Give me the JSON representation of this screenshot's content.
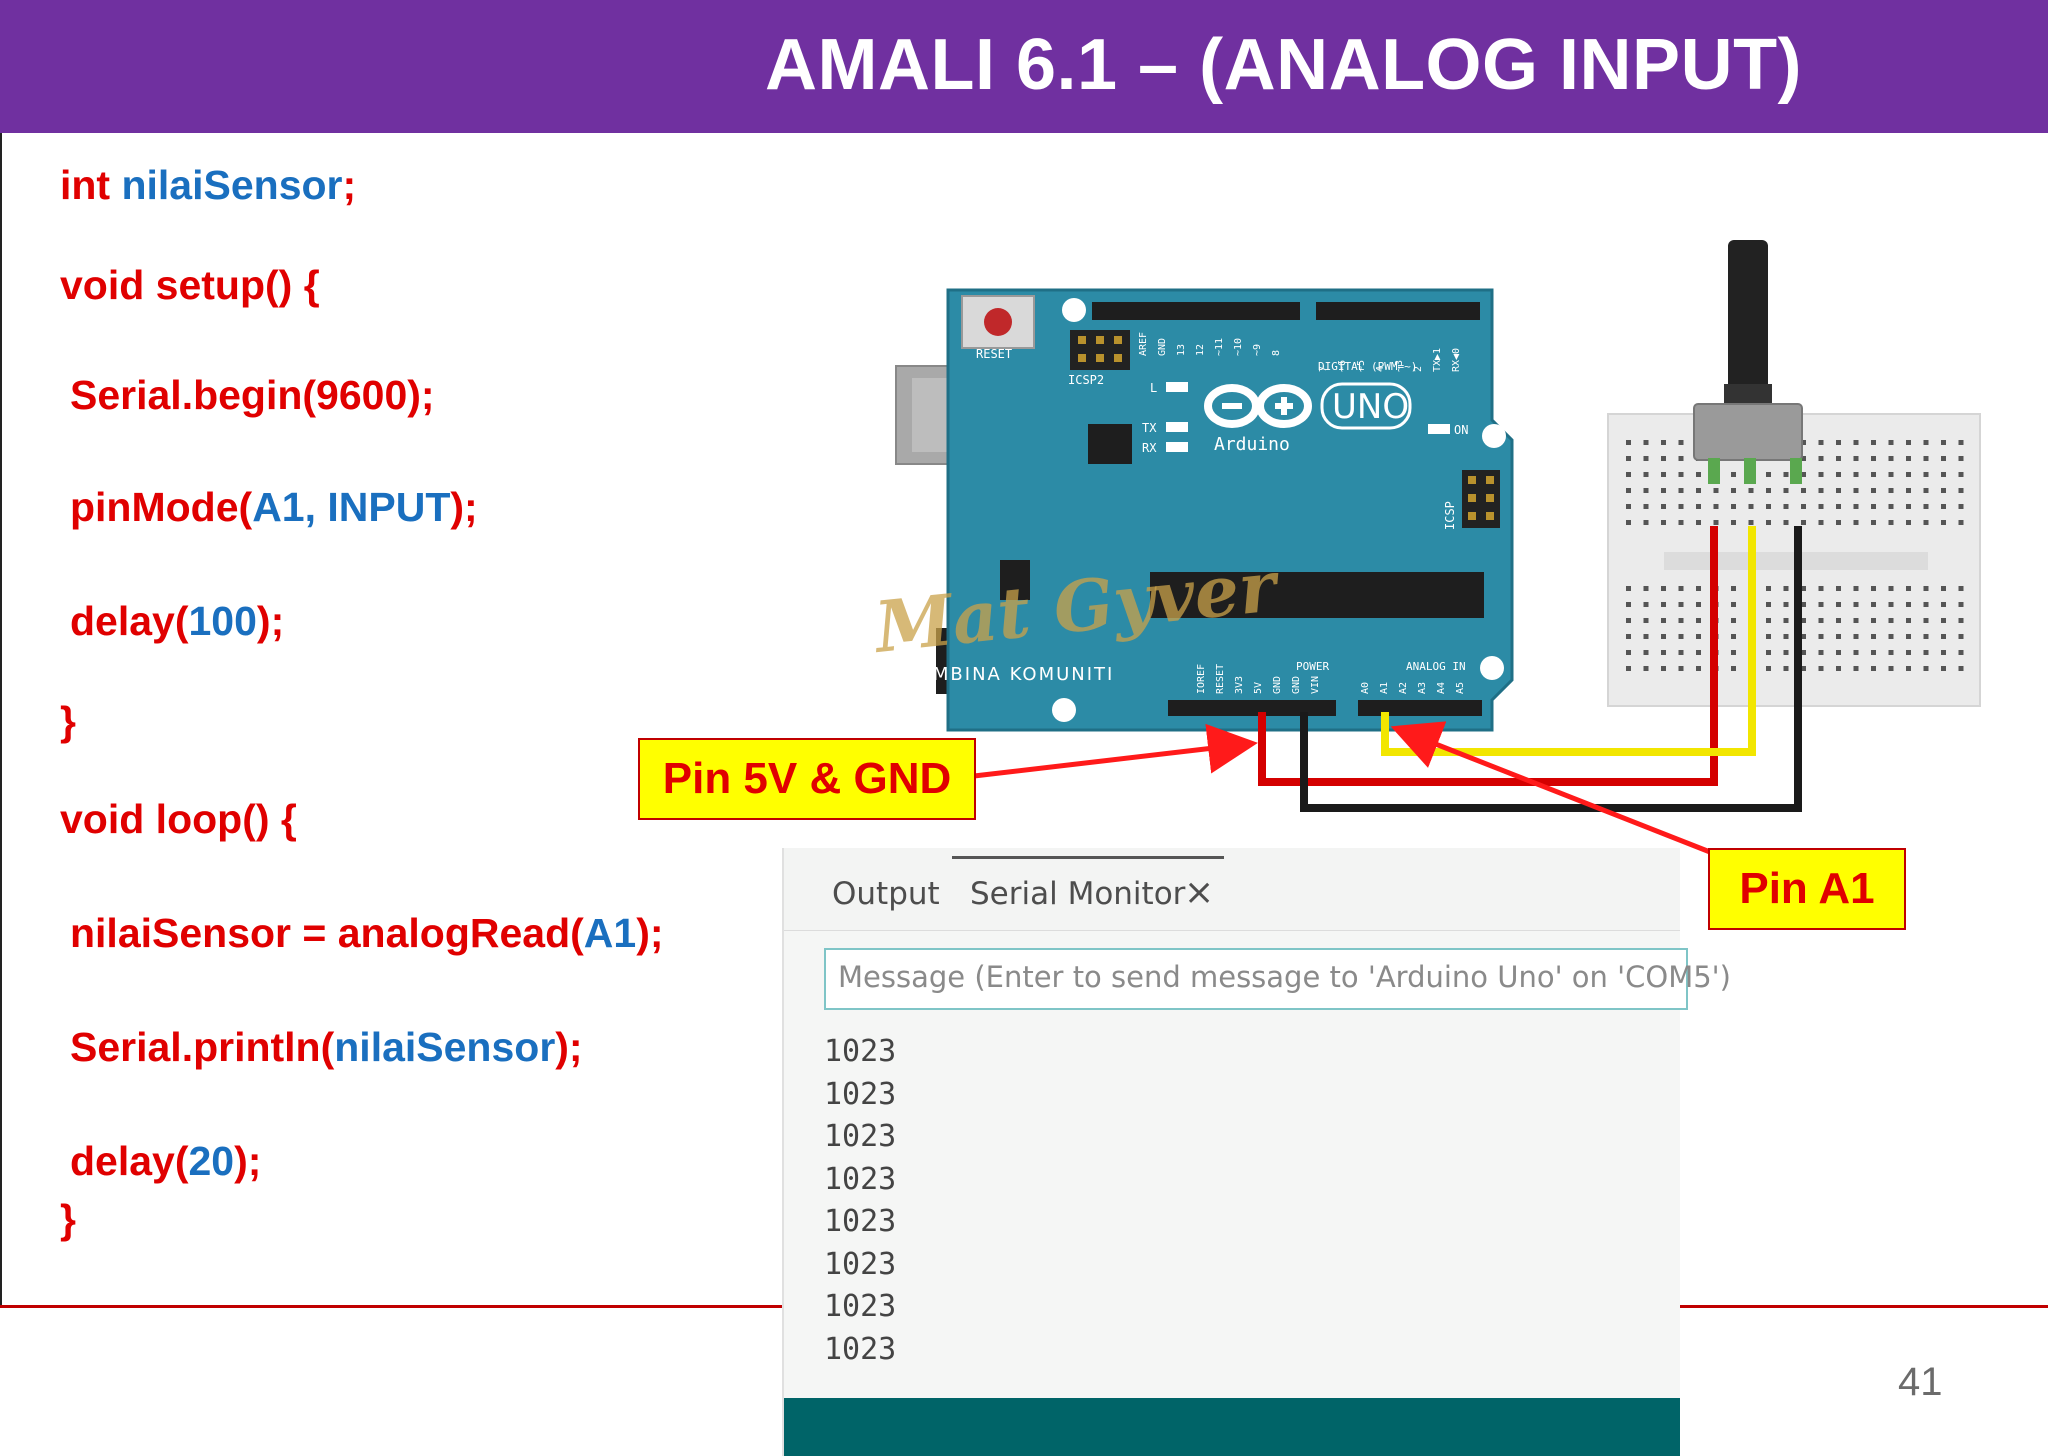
{
  "slide": {
    "title": "AMALI 6.1 – (ANALOG INPUT)",
    "page_number": "41"
  },
  "code": {
    "l1": {
      "a": "int ",
      "b": "nilaiSensor",
      "c": ";"
    },
    "l2": "void setup() {",
    "l3": "Serial.begin(9600);",
    "l4": {
      "a": "pinMode(",
      "b": "A1, INPUT",
      "c": ");"
    },
    "l5": {
      "a": "delay(",
      "b": "100",
      "c": ");"
    },
    "l6": "}",
    "l7": "void loop() {",
    "l8": {
      "a": "nilaiSensor = analogRead(",
      "b": "A1",
      "c": ");"
    },
    "l9": {
      "a": "Serial.println(",
      "b": "nilaiSensor",
      "c": ");"
    },
    "l10": {
      "a": "delay(",
      "b": "20",
      "c": ");"
    },
    "l11": "}"
  },
  "labels": {
    "pin_5v_gnd": "Pin 5V & GND",
    "pin_a1": "Pin A1"
  },
  "arduino": {
    "reset": "RESET",
    "icsp2": "ICSP2",
    "digital": "DIGITAL (PWM=~)",
    "uno": "UNO",
    "brand": "Arduino",
    "on": "ON",
    "tx": "TX",
    "rx": "RX",
    "l": "L",
    "icsp": "ICSP",
    "power": "POWER",
    "analog_in": "ANALOG IN",
    "header_pins_top": [
      "AREF",
      "GND",
      "13",
      "12",
      "~11",
      "~10",
      "~9",
      "8",
      "7",
      "~6",
      "~5",
      "4",
      "~3",
      "2",
      "TX▶1",
      "RX◀0"
    ],
    "power_pins": [
      "IOREF",
      "RESET",
      "3V3",
      "5V",
      "GND",
      "GND",
      "VIN"
    ],
    "analog_pins": [
      "A0",
      "A1",
      "A2",
      "A3",
      "A4",
      "A5"
    ]
  },
  "watermark": {
    "line1": "Mat Gyver",
    "line2": "MEMBINA KOMUNITI"
  },
  "serial_monitor": {
    "tab_output": "Output",
    "tab_serial": "Serial Monitor",
    "close_symbol": "×",
    "placeholder": "Message (Enter to send message to 'Arduino Uno' on 'COM5')",
    "lines": [
      "1023",
      "1023",
      "1023",
      "1023",
      "1023",
      "1023",
      "1023",
      "1023"
    ]
  },
  "colors": {
    "title_bar": "#7030a0",
    "code_red": "#e00000",
    "code_blue": "#1a6fbf",
    "board": "#2c8ba6",
    "wire_red": "#d40000",
    "wire_yellow": "#f2e600",
    "wire_black": "#1a1a1a"
  }
}
